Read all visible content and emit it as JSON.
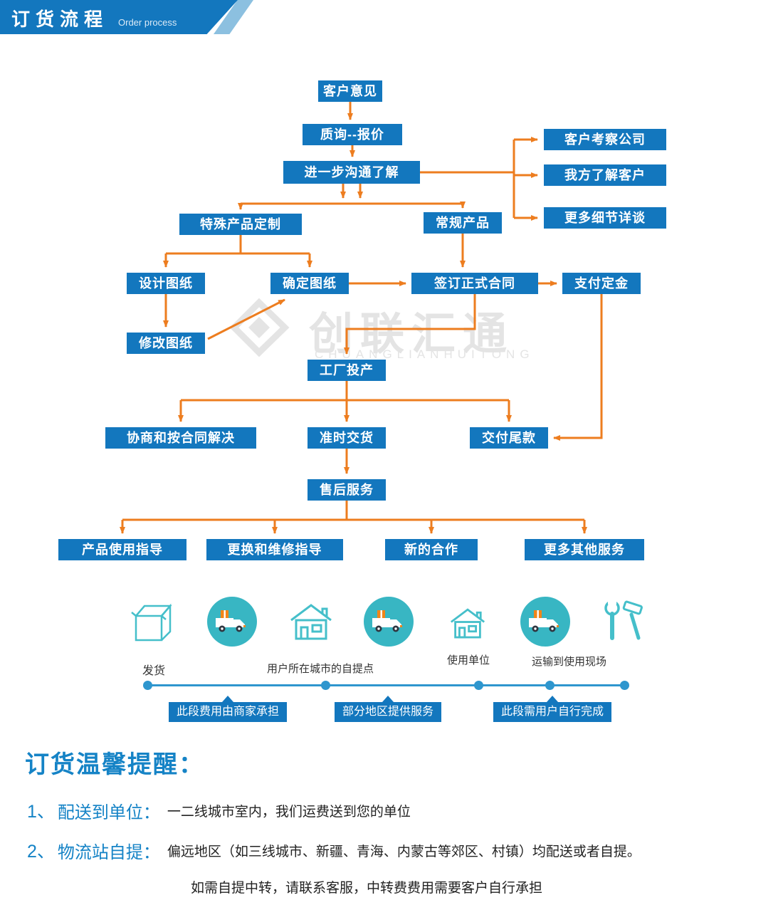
{
  "header": {
    "title": "订货流程",
    "subtitle": "Order process"
  },
  "watermark": {
    "brand": "创联汇通",
    "brand_en": "CHUANGLIANHUITONG"
  },
  "flow": {
    "nodes": [
      {
        "label": "客户意见"
      },
      {
        "label": "质询--报价"
      },
      {
        "label": "进一步沟通了解"
      },
      {
        "label": "客户考察公司"
      },
      {
        "label": "我方了解客户"
      },
      {
        "label": "更多细节详谈"
      },
      {
        "label": "特殊产品定制"
      },
      {
        "label": "常规产品"
      },
      {
        "label": "设计图纸"
      },
      {
        "label": "确定图纸"
      },
      {
        "label": "签订正式合同"
      },
      {
        "label": "支付定金"
      },
      {
        "label": "修改图纸"
      },
      {
        "label": "工厂投产"
      },
      {
        "label": "协商和按合同解决"
      },
      {
        "label": "准时交货"
      },
      {
        "label": "交付尾款"
      },
      {
        "label": "售后服务"
      },
      {
        "label": "产品使用指导"
      },
      {
        "label": "更换和维修指导"
      },
      {
        "label": "新的合作"
      },
      {
        "label": "更多其他服务"
      }
    ]
  },
  "logistics": {
    "icons": [
      "box-icon",
      "truck-icon",
      "house-icon",
      "truck-icon",
      "house-icon",
      "truck-icon",
      "tools-icon"
    ],
    "labels": [
      "发货",
      "用户所在城市的自提点",
      "使用单位",
      "运输到使用现场"
    ],
    "tags": [
      "此段费用由商家承担",
      "部分地区提供服务",
      "此段需用户自行完成"
    ]
  },
  "notice": {
    "title": "订货温馨提醒：",
    "items": [
      {
        "num": "1、",
        "label": "配送到单位：",
        "text": "一二线城市室内，我们运费送到您的单位"
      },
      {
        "num": "2、",
        "label": "物流站自提：",
        "text": "偏远地区（如三线城市、新疆、青海、内蒙古等郊区、村镇）均配送或者自提。"
      }
    ],
    "note": "如需自提中转，请联系客服，中转费费用需要客户自行承担"
  },
  "colors": {
    "blue": "#1377be",
    "orange": "#ed7d1f",
    "teal": "#41bcc8"
  }
}
